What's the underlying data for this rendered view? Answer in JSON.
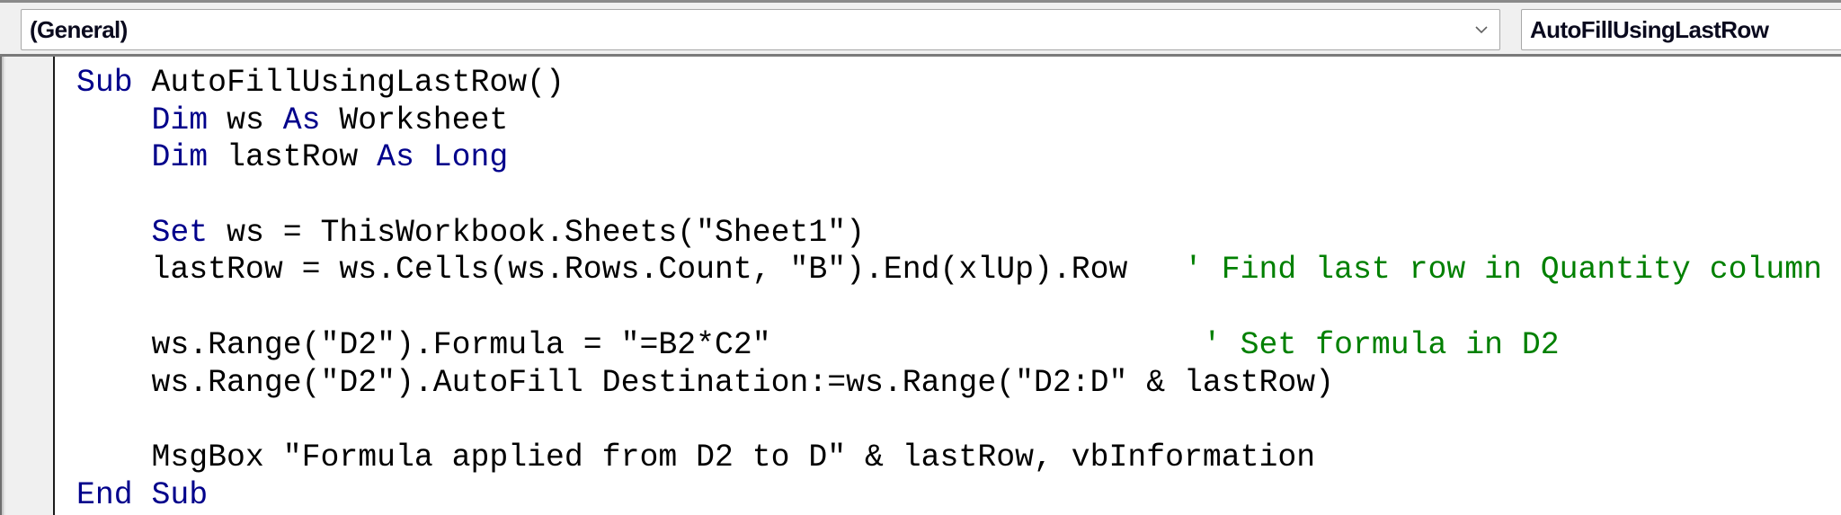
{
  "toolbar": {
    "object_combo": {
      "value": "(General)",
      "icon": "chevron-down-icon"
    },
    "procedure_combo": {
      "value": "AutoFillUsingLastRow"
    }
  },
  "colors": {
    "keyword": "#00008b",
    "comment": "#008000",
    "text": "#000000",
    "toolbar_bg": "#f0f0f0",
    "margin_bg": "#f0f0f0"
  },
  "code": {
    "language": "VBA",
    "lines": [
      [
        {
          "t": "kw",
          "v": "Sub"
        },
        {
          "t": "tx",
          "v": " AutoFillUsingLastRow()"
        }
      ],
      [
        {
          "t": "tx",
          "v": "    "
        },
        {
          "t": "kw",
          "v": "Dim"
        },
        {
          "t": "tx",
          "v": " ws "
        },
        {
          "t": "kw",
          "v": "As"
        },
        {
          "t": "tx",
          "v": " Worksheet"
        }
      ],
      [
        {
          "t": "tx",
          "v": "    "
        },
        {
          "t": "kw",
          "v": "Dim"
        },
        {
          "t": "tx",
          "v": " lastRow "
        },
        {
          "t": "kw",
          "v": "As"
        },
        {
          "t": "tx",
          "v": " "
        },
        {
          "t": "kw",
          "v": "Long"
        }
      ],
      [],
      [
        {
          "t": "tx",
          "v": "    "
        },
        {
          "t": "kw",
          "v": "Set"
        },
        {
          "t": "tx",
          "v": " ws = ThisWorkbook.Sheets(\"Sheet1\")"
        }
      ],
      [
        {
          "t": "tx",
          "v": "    lastRow = ws.Cells(ws.Rows.Count, \"B\").End(xlUp).Row   "
        },
        {
          "t": "cm",
          "v": "' Find last row in Quantity column"
        }
      ],
      [],
      [
        {
          "t": "tx",
          "v": "    ws.Range(\"D2\").Formula = \"=B2*C2\"                       "
        },
        {
          "t": "cm",
          "v": "' Set formula in D2"
        }
      ],
      [
        {
          "t": "tx",
          "v": "    ws.Range(\"D2\").AutoFill Destination:=ws.Range(\"D2:D\" & lastRow)"
        }
      ],
      [],
      [
        {
          "t": "tx",
          "v": "    MsgBox \"Formula applied from D2 to D\" & lastRow, vbInformation"
        }
      ],
      [
        {
          "t": "kw",
          "v": "End"
        },
        {
          "t": "tx",
          "v": " "
        },
        {
          "t": "kw",
          "v": "Sub"
        }
      ]
    ]
  }
}
